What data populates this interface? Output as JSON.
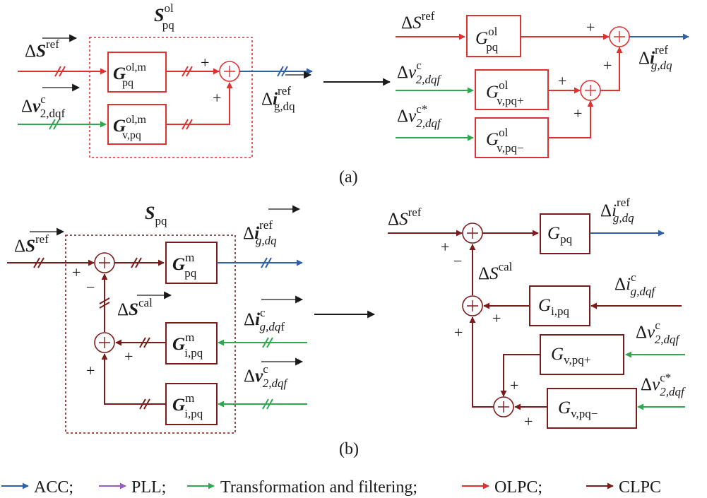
{
  "colors": {
    "acc": "#2e5fa8",
    "pll": "#9a5cc6",
    "trans": "#2fa84f",
    "olpc": "#e03131",
    "clpc": "#7b1c1c",
    "text": "#1a1a1a"
  },
  "panel_a": {
    "caption": "(a)",
    "group": {
      "base": "S",
      "sup": "ol",
      "sub": "pq"
    },
    "input_s": {
      "pre": "Δ",
      "base": "S",
      "sup": "ref",
      "sub": ""
    },
    "input_v": {
      "pre": "Δ",
      "base": "v",
      "sup": "c",
      "sub": "2,dqf"
    },
    "block_gm": {
      "base": "G",
      "sup": "ol,m",
      "sub": "pq"
    },
    "block_gvm": {
      "base": "G",
      "sup": "ol,m",
      "sub": "v,pq"
    },
    "output": {
      "pre": "Δ",
      "base": "i",
      "sup": "ref",
      "sub": "g,dq"
    },
    "plus": "+",
    "right": {
      "input_s": {
        "pre": "Δ",
        "base": "S",
        "sup": "ref"
      },
      "input_v": {
        "pre": "Δ",
        "base": "v",
        "sup": "c",
        "sub": "2,dqf"
      },
      "input_v_neg": {
        "pre": "Δ",
        "base": "v",
        "sup": "c*",
        "sub": "2,dqf"
      },
      "block_g": {
        "base": "G",
        "sup": "ol",
        "sub": "pq"
      },
      "block_gvp": {
        "base": "G",
        "sup": "ol",
        "sub": "v,pq+"
      },
      "block_gvn": {
        "base": "G",
        "sup": "ol",
        "sub": "v,pq−"
      },
      "output": {
        "pre": "Δ",
        "base": "i",
        "sup": "ref",
        "sub": "g,dq"
      }
    }
  },
  "panel_b": {
    "caption": "(b)",
    "group": {
      "base": "S",
      "sub": "pq"
    },
    "input_s": {
      "pre": "Δ",
      "base": "S",
      "sup": "ref"
    },
    "feedback": {
      "pre": "Δ",
      "base": "S",
      "sup": "cal"
    },
    "input_i": {
      "pre": "Δ",
      "base": "i",
      "sup": "c",
      "sub": "g,dq",
      "sub2": "f"
    },
    "input_v": {
      "pre": "Δ",
      "base": "v",
      "sup": "c",
      "sub": "2,dqf"
    },
    "output": {
      "pre": "Δ",
      "base": "i",
      "sup": "ref",
      "sub": "g,dq"
    },
    "block_gm": {
      "base": "G",
      "sup": "m",
      "sub": "pq"
    },
    "block_gim1": {
      "base": "G",
      "sup": "m",
      "sub": "i,pq"
    },
    "block_gim2": {
      "base": "G",
      "sup": "m",
      "sub": "i,pq"
    },
    "plus": "+",
    "minus": "−",
    "right": {
      "input_s": {
        "pre": "Δ",
        "base": "S",
        "sup": "ref"
      },
      "feedback": {
        "pre": "Δ",
        "base": "S",
        "sup": "cal"
      },
      "input_i": {
        "pre": "Δ",
        "base": "i",
        "sup": "c",
        "sub": "g,dqf"
      },
      "input_v": {
        "pre": "Δ",
        "base": "v",
        "sup": "c",
        "sub": "2,dqf"
      },
      "input_v_neg": {
        "pre": "Δ",
        "base": "v",
        "sup": "c*",
        "sub": "2,dqf"
      },
      "output": {
        "pre": "Δ",
        "base": "i",
        "sup": "ref",
        "sub": "g,dq"
      },
      "block_g": {
        "base": "G",
        "sub": "pq"
      },
      "block_gi": {
        "base": "G",
        "sub": "i,pq"
      },
      "block_gvp": {
        "base": "G",
        "sub": "v,pq+"
      },
      "block_gvn": {
        "base": "G",
        "sub": "v,pq−"
      }
    }
  },
  "legend": [
    {
      "label": "ACC;",
      "color": "#2e5fa8"
    },
    {
      "label": "PLL;",
      "color": "#9a5cc6"
    },
    {
      "label": "Transformation and filtering;",
      "color": "#2fa84f"
    },
    {
      "label": "OLPC;",
      "color": "#e03131"
    },
    {
      "label": "CLPC",
      "color": "#7b1c1c"
    }
  ]
}
